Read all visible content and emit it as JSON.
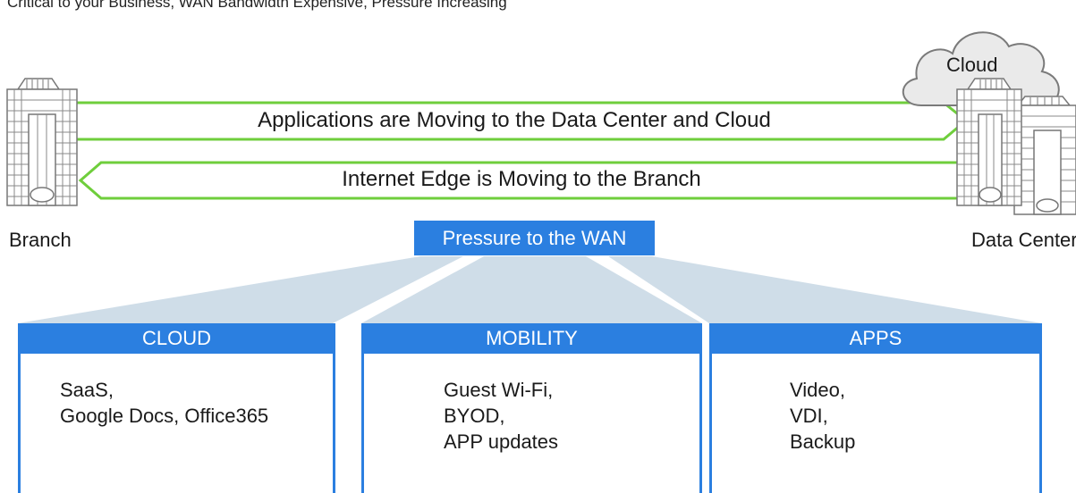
{
  "caption": "Critical to your Business, WAN Bandwidth Expensive, Pressure Increasing",
  "arrows": {
    "outbound": "Applications are Moving to the Data Center and Cloud",
    "inbound": "Internet Edge is Moving to the Branch"
  },
  "sites": {
    "branch": "Branch",
    "data_center": "Data Center",
    "cloud": "Cloud"
  },
  "pressure": {
    "label": "Pressure to the WAN"
  },
  "panels": [
    {
      "title": "CLOUD",
      "items": [
        "SaaS,",
        "Google Docs, Office365"
      ]
    },
    {
      "title": "MOBILITY",
      "items": [
        "Guest Wi-Fi,",
        "BYOD,",
        "APP updates"
      ]
    },
    {
      "title": "APPS",
      "items": [
        "Video,",
        "VDI,",
        "Backup"
      ]
    }
  ],
  "colors": {
    "accent_blue": "#2b7fe0",
    "arrow_green": "#6fce3c",
    "fan_blue": "#cfdde8",
    "building_gray": "#9a9a9a"
  }
}
